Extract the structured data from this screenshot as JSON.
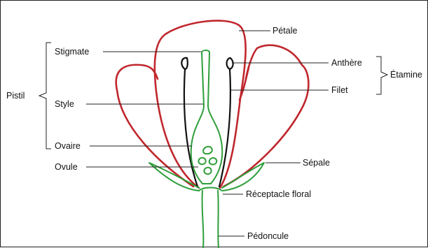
{
  "labels": {
    "petale": "Pétale",
    "anthere": "Anthère",
    "etamine": "Étamine",
    "filet": "Filet",
    "sepale": "Sépale",
    "receptacle": "Réceptacle floral",
    "pedoncule": "Pédoncule",
    "stigmate": "Stigmate",
    "style": "Style",
    "ovaire": "Ovaire",
    "ovule": "Ovule",
    "pistil": "Pistil"
  },
  "colors": {
    "petal": "#c0272d",
    "pistil": "#2e9e3a",
    "stamen": "#111111",
    "leader": "#222222"
  }
}
